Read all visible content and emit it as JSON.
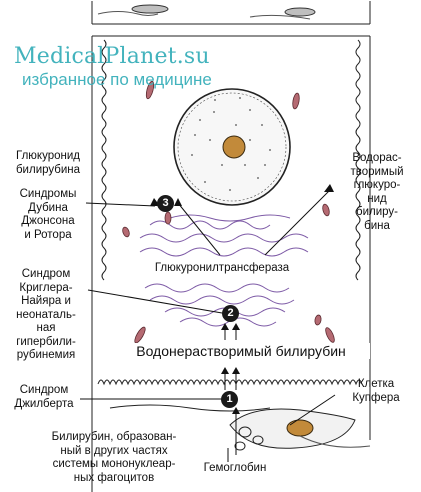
{
  "watermark": {
    "site": "MedicalPlanet.su",
    "tagline": "избранное по медицине"
  },
  "labels": {
    "glucuronide": "Глюкуронид\nбилирубина",
    "dubin_rotor": "Синдромы\nДубина\nДжонсона\nи Ротора",
    "crigler": "Синдром\nКриглера-\nНайяра и\nнеонаталь-\nная\nгипербили-\nрубинемия",
    "gilbert": "Синдром\nДжилберта",
    "mononuclear": "Билирубин, образован-\nный в других частях\nсистемы мононуклеар-\nных фагоцитов",
    "hemoglobin": "Гемоглобин",
    "kupffer": "Клетка\nКупфера",
    "water_soluble": "Водорас-\nтворимый\nглюкуро-\nнид\nбилиру-\nбина",
    "enzyme": "Глюкуронилтрансфераза",
    "water_insoluble": "Водонерастворимый билирубин"
  },
  "badges": {
    "b1": "1",
    "b2": "2",
    "b3": "3"
  },
  "colors": {
    "watermark": "#43b3bd",
    "ink": "#1a1a1a",
    "er": "#7d5aa6",
    "mitochondria": "#b56a72",
    "nucleolus": "#c28a3a"
  }
}
